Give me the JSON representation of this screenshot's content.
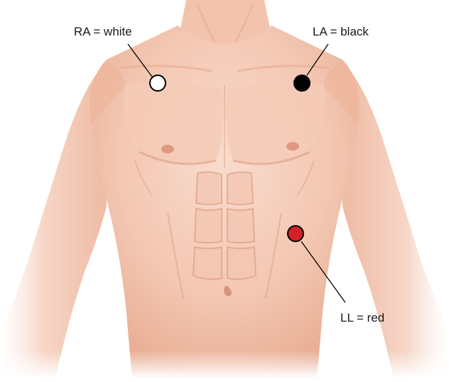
{
  "labels": {
    "ra": "RA = white",
    "la": "LA = black",
    "ll": "LL = red"
  },
  "colors": {
    "background": "#ffffff",
    "skin_light": "#f9dccd",
    "skin_mid": "#f0bca4",
    "skin_shadow": "#e3a086",
    "skin_deep": "#d4866c",
    "electrode_ra": "#ffffff",
    "electrode_la": "#000000",
    "electrode_ll": "#d42026",
    "leader_line": "#000000"
  },
  "electrodes": [
    {
      "id": "ra",
      "meaning": "right arm",
      "color_name": "white"
    },
    {
      "id": "la",
      "meaning": "left arm",
      "color_name": "black"
    },
    {
      "id": "ll",
      "meaning": "left leg",
      "color_name": "red"
    }
  ]
}
